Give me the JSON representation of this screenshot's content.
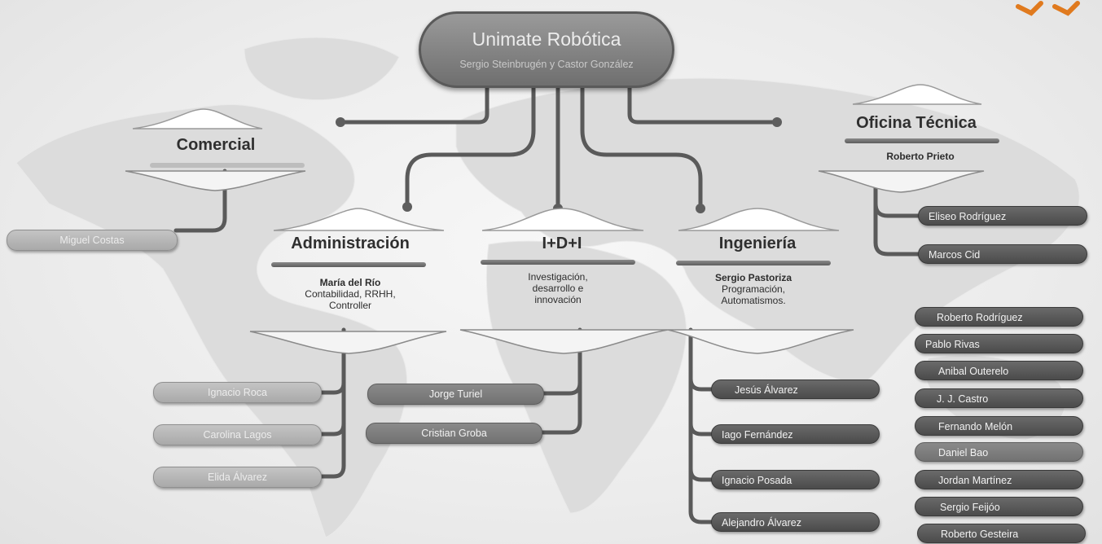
{
  "header": {
    "title": "Unimate Robótica",
    "subtitle": "Sergio Steinbrugén y Castor González"
  },
  "departments": {
    "comercial": {
      "title": "Comercial"
    },
    "oficina": {
      "title": "Oficina Técnica",
      "lead": "Roberto Prieto"
    },
    "administracion": {
      "title": "Administración",
      "lead": "María del Río",
      "desc1": "Contabilidad, RRHH,",
      "desc2": "Controller"
    },
    "idi": {
      "title": "I+D+I",
      "desc1": "Investigación,",
      "desc2": "desarrollo e",
      "desc3": "innovación"
    },
    "ingenieria": {
      "title": "Ingeniería",
      "lead": "Sergio Pastoriza",
      "desc1": "Programación,",
      "desc2": "Automatismos."
    }
  },
  "people": {
    "comercial": [
      "Miguel Costas"
    ],
    "oficina": [
      "Eliseo Rodríguez",
      "Marcos Cid"
    ],
    "administracion": [
      "Ignacio Roca",
      "Carolina Lagos",
      "Elida Álvarez"
    ],
    "idi": [
      "Jorge Turiel",
      "Cristian Groba"
    ],
    "ingenieria": [
      "Jesús Álvarez",
      "Iago Fernández",
      "Ignacio Posada",
      "Alejandro Álvarez"
    ],
    "tecnicos": [
      "Roberto Rodríguez",
      "Pablo Rivas",
      "Anibal Outerelo",
      "J. J. Castro",
      "Fernando Melón",
      "Daniel Bao",
      "Jordan Martínez",
      "Sergio Feijóo",
      "Roberto Gesteira"
    ]
  },
  "colors": {
    "accent": "#e07a1e"
  }
}
